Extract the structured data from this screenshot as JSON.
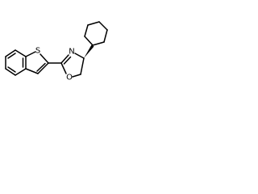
{
  "molecule": {
    "atoms": {
      "sulfur": "S",
      "nitrogen": "N",
      "oxygen": "O"
    },
    "stereo": {
      "wedge_type": "solid-wedge"
    }
  },
  "colors": {
    "bond": "#000000",
    "background": "#ffffff"
  }
}
